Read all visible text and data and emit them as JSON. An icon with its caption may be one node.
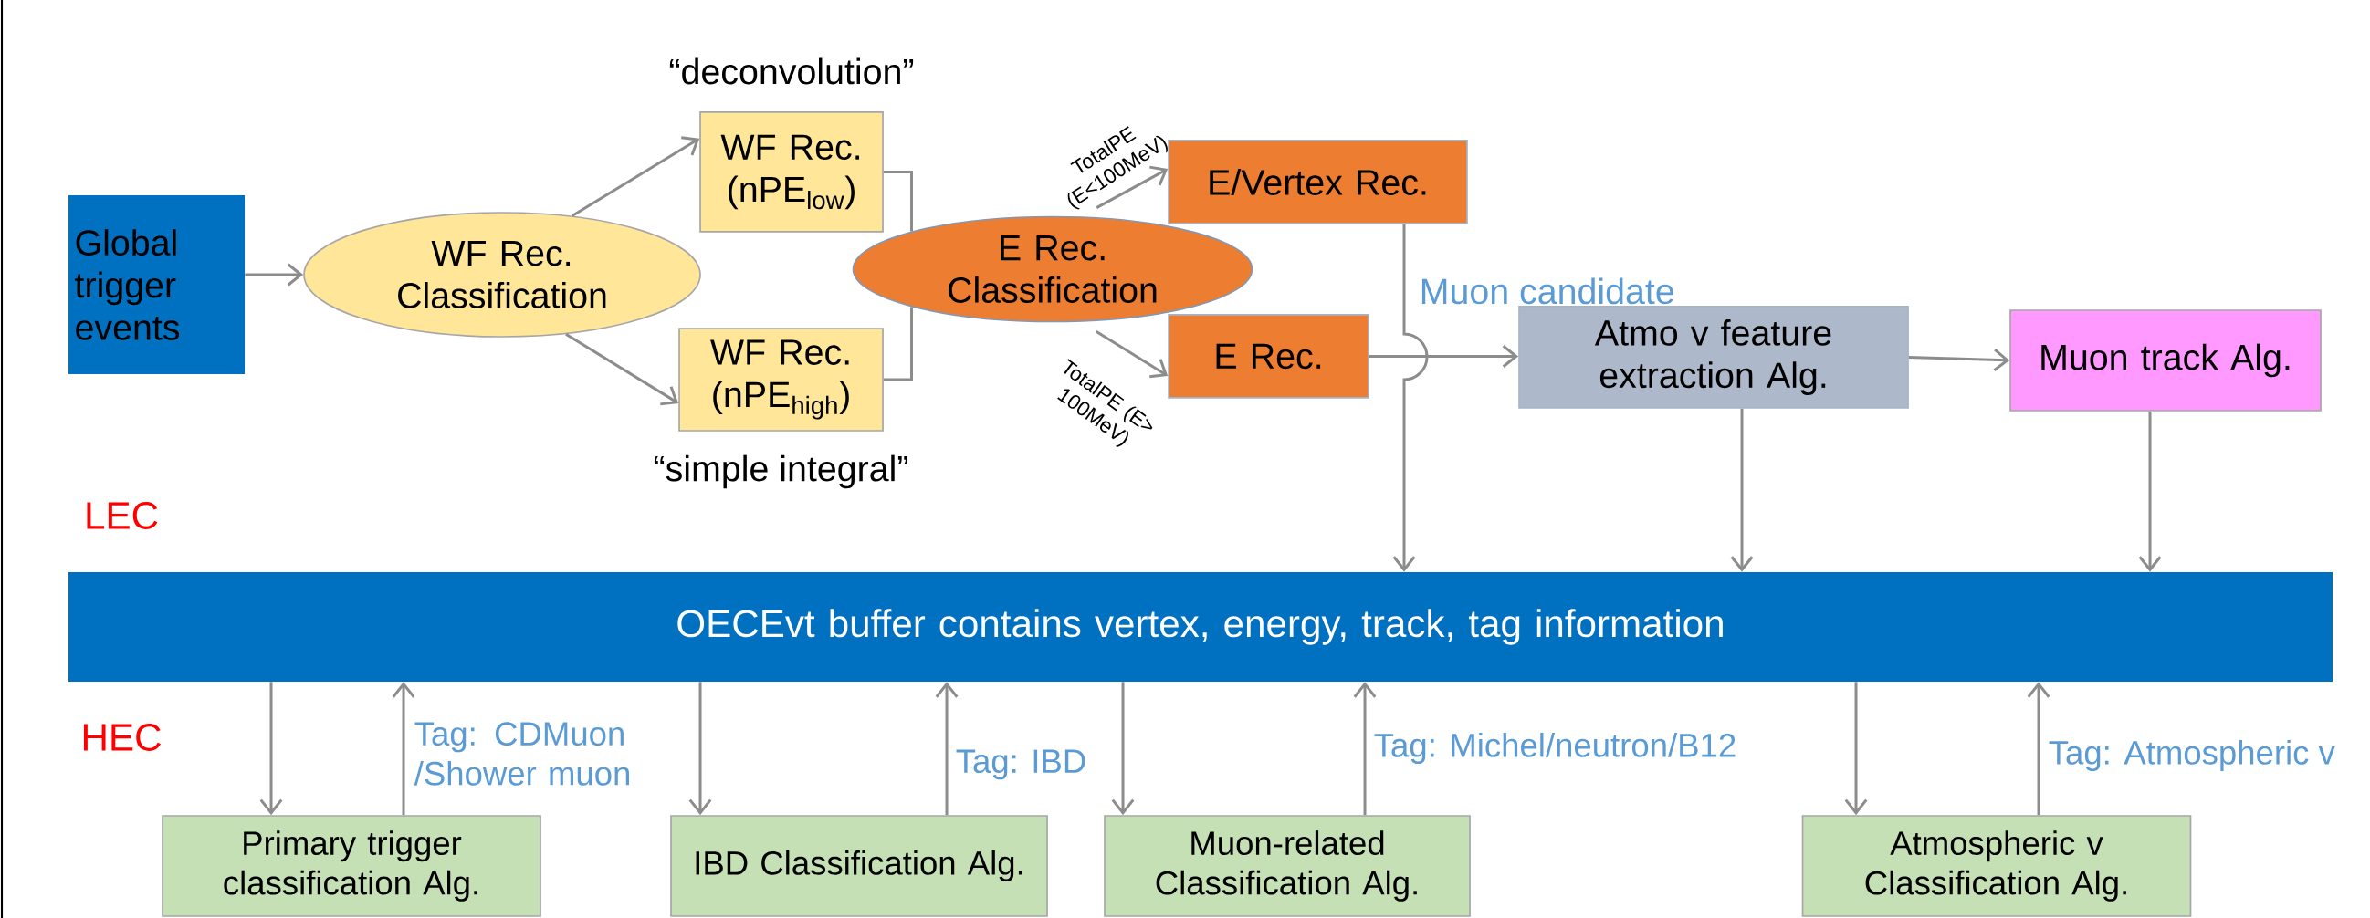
{
  "diagram": {
    "nodes": [
      {
        "text": [
          "Global trigger events"
        ]
      },
      {
        "text": [
          "WF Rec. Classification"
        ]
      },
      {
        "text": [
          "WF Rec. (nPE$_{low}$)"
        ],
        "beside": [
          "“deconvolution”"
        ]
      },
      {
        "text": [
          "WF Rec. (nPE$_{high}$)"
        ],
        "beside": [
          "“simple integral”"
        ]
      },
      {
        "text": [
          "E Rec. Classification"
        ]
      },
      {
        "text": [
          "E/Vertex Rec."
        ]
      },
      {
        "text": [
          "E Rec."
        ]
      },
      {
        "text": [
          "Atmo v feature extraction Alg."
        ]
      },
      {
        "text": [
          "Muon track Alg."
        ]
      },
      {
        "text": [
          "OECEvt buffer contains vertex, energy, track, tag information"
        ]
      },
      {
        "text": [
          "Primary trigger classification Alg."
        ]
      },
      {
        "text": [
          "IBD Classification Alg."
        ]
      },
      {
        "text": [
          "Muon-related Classification Alg."
        ]
      },
      {
        "text": [
          "Atmospheric v Classification Alg."
        ]
      }
    ],
    "edges": [
      {
        "from": 0,
        "to": 1,
        "arrow": "to"
      },
      {
        "from": 1,
        "to": 2,
        "arrow": "to"
      },
      {
        "from": 1,
        "to": 3,
        "arrow": "to"
      },
      {
        "from": 2,
        "to": 4,
        "arrow": "none"
      },
      {
        "from": 3,
        "to": 4,
        "arrow": "none"
      },
      {
        "from": 4,
        "to": 5,
        "arrow": "to",
        "label": "TotalPE (E<100MeV)"
      },
      {
        "from": 4,
        "to": 6,
        "arrow": "to",
        "label": "TotalPE (E> 100MeV)"
      },
      {
        "from": 5,
        "to": 9,
        "arrow": "to"
      },
      {
        "from": 6,
        "to": 7,
        "arrow": "to",
        "label": "Muon candidate"
      },
      {
        "from": 7,
        "to": 8,
        "arrow": "to"
      },
      {
        "from": 7,
        "to": 9,
        "arrow": "to"
      },
      {
        "from": 8,
        "to": 9,
        "arrow": "to"
      },
      {
        "from": 9,
        "to": 10,
        "arrow": "to"
      },
      {
        "from": 10,
        "to": 9,
        "arrow": "to",
        "label": "Tag: CDMuon /Shower muon"
      },
      {
        "from": 9,
        "to": 11,
        "arrow": "to"
      },
      {
        "from": 11,
        "to": 9,
        "arrow": "to",
        "label": "Tag: IBD"
      },
      {
        "from": 9,
        "to": 12,
        "arrow": "to"
      },
      {
        "from": 12,
        "to": 9,
        "arrow": "to",
        "label": "Tag: Michel/neutron/B12"
      },
      {
        "from": 9,
        "to": 13,
        "arrow": "to"
      },
      {
        "from": 13,
        "to": 9,
        "arrow": "to",
        "label": "Tag: Atmospheric v"
      }
    ],
    "labels": [
      "LEC",
      "HEC"
    ]
  }
}
